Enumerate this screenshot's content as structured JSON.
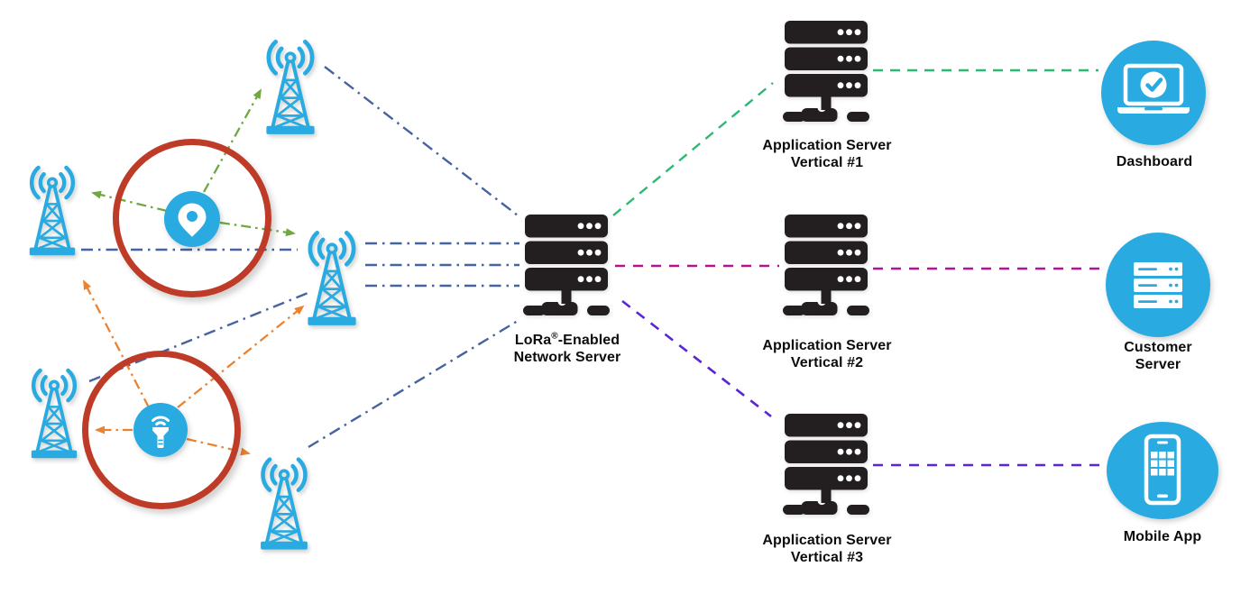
{
  "colors": {
    "icon_blue": "#29ABE2",
    "ring_red": "#BE3B27",
    "node_black": "#231F20",
    "link_slate_blue": "#45639F",
    "link_olive_green": "#6FA83F",
    "link_orange": "#EC822F",
    "link_emerald": "#2DB874",
    "link_magenta": "#B0168E",
    "link_purple": "#5A26D2"
  },
  "gateways": {
    "icon": "cell-tower-icon",
    "nodes": [
      "gateway-top",
      "gateway-upper-left",
      "gateway-middle",
      "gateway-lower-left",
      "gateway-bottom"
    ]
  },
  "devices": [
    {
      "id": "location-tracker-device",
      "icon": "map-pin-icon"
    },
    {
      "id": "sensor-device",
      "icon": "sensor-icon"
    }
  ],
  "network_server": {
    "icon": "server-stack-icon",
    "name": "LoRa",
    "trademark": "®",
    "name_suffix": "-Enabled",
    "name_line2": "Network Server"
  },
  "app_servers": [
    {
      "icon": "server-stack-icon",
      "label_line1": "Application Server",
      "label_line2": "Vertical #1"
    },
    {
      "icon": "server-stack-icon",
      "label_line1": "Application Server",
      "label_line2": "Vertical #2"
    },
    {
      "icon": "server-stack-icon",
      "label_line1": "Application Server",
      "label_line2": "Vertical #3"
    }
  ],
  "endpoints": [
    {
      "icon": "laptop-check-icon",
      "label": "Dashboard"
    },
    {
      "icon": "server-rack-icon",
      "label": "Customer Server"
    },
    {
      "icon": "smartphone-icon",
      "label": "Mobile App"
    }
  ]
}
